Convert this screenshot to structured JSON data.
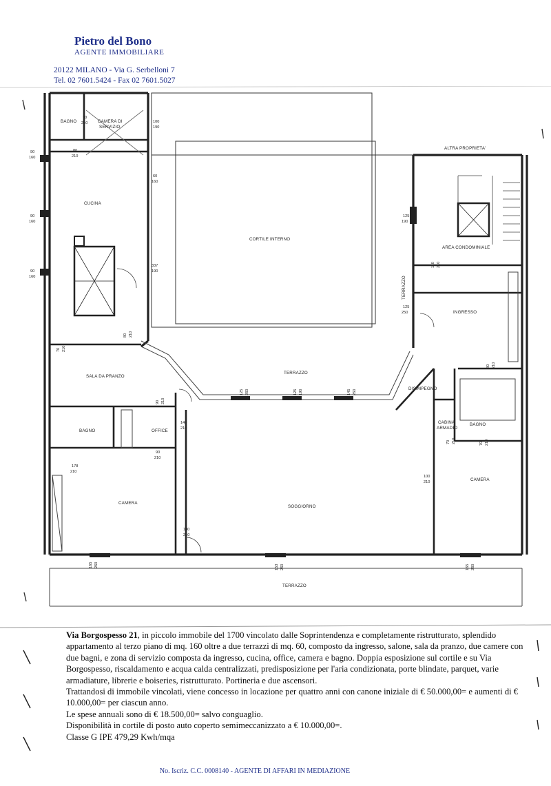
{
  "header": {
    "agency_name": "Pietro del Bono",
    "agency_subtitle": "AGENTE IMMOBILIARE",
    "address": "20122 MILANO - Via G. Serbelloni 7",
    "phone": "Tel. 02 7601.5424 - Fax 02 7601.5027"
  },
  "plan": {
    "rooms": [
      {
        "label": "BAGNO"
      },
      {
        "label": "CAMERA DI"
      },
      {
        "label": "SERVIZIO"
      },
      {
        "label": "CUCINA"
      },
      {
        "label": "CORTILE INTERNO"
      },
      {
        "label": "ALTRA PROPRIETA'"
      },
      {
        "label": "AREA CONDOMINIALE"
      },
      {
        "label": "TERRAZZO"
      },
      {
        "label": "INGRESSO"
      },
      {
        "label": "SALA DA PRANZO"
      },
      {
        "label": "TERRAZZO"
      },
      {
        "label": "DISIMPEGNO"
      },
      {
        "label": "BAGNO"
      },
      {
        "label": "OFFICE"
      },
      {
        "label": "CABINA"
      },
      {
        "label": "ARMADIO"
      },
      {
        "label": "BAGNO"
      },
      {
        "label": "CAMERA"
      },
      {
        "label": "SOGGIORNO"
      },
      {
        "label": "CAMERA"
      },
      {
        "label": "TERRAZZO"
      }
    ],
    "dimensions": [
      {
        "top": "70",
        "bottom": "210"
      },
      {
        "top": "100",
        "bottom": "190"
      },
      {
        "top": "90",
        "bottom": "160"
      },
      {
        "top": "80",
        "bottom": "210"
      },
      {
        "top": "60",
        "bottom": "160"
      },
      {
        "top": "90",
        "bottom": "160"
      },
      {
        "top": "90",
        "bottom": "160"
      },
      {
        "top": "337",
        "bottom": "190"
      },
      {
        "top": "125",
        "bottom": "190"
      },
      {
        "top": "110",
        "bottom": "210"
      },
      {
        "top": "125",
        "bottom": "250"
      },
      {
        "top": "80",
        "bottom": "210"
      },
      {
        "top": "70",
        "bottom": "210"
      },
      {
        "top": "90",
        "bottom": "210"
      },
      {
        "top": "125",
        "bottom": "260"
      },
      {
        "top": "125",
        "bottom": "190"
      },
      {
        "top": "145",
        "bottom": "260"
      },
      {
        "top": "140",
        "bottom": "210"
      },
      {
        "top": "90",
        "bottom": "210"
      },
      {
        "top": "178",
        "bottom": "210"
      },
      {
        "top": "100",
        "bottom": "210"
      },
      {
        "top": "100",
        "bottom": "210"
      },
      {
        "top": "70",
        "bottom": "210"
      },
      {
        "top": "70",
        "bottom": "210"
      },
      {
        "top": "80",
        "bottom": "210"
      },
      {
        "top": "165",
        "bottom": "260"
      },
      {
        "top": "153",
        "bottom": "260"
      },
      {
        "top": "165",
        "bottom": "260"
      }
    ]
  },
  "description": {
    "bold_lead": "Via Borgospesso 21",
    "paragraph_1": ", in piccolo immobile del 1700 vincolato dalle Soprintendenza e completamente ristrutturato, splendido appartamento al terzo piano di mq. 160 oltre a due terrazzi di mq. 60, composto da ingresso, salone, sala da pranzo, due camere con due bagni, e zona di servizio composta da ingresso, cucina, office, camera e bagno. Doppia esposizione sul cortile e su Via Borgospesso, riscaldamento e acqua calda centralizzati, predisposizione per l'aria condizionata, porte blindate, parquet, varie armadiature, librerie e boiseries, ristrutturato. Portineria e due ascensori.",
    "paragraph_2": "Trattandosi di immobile vincolati, viene concesso in locazione per quattro anni con canone iniziale di € 50.000,00= e aumenti di € 10.000,00= per ciascun anno.",
    "paragraph_3": "Le spese annuali sono di € 18.500,00= salvo conguaglio.",
    "paragraph_4": "Disponibilità in cortile di posto auto coperto semimeccanizzato a € 10.000,00=.",
    "paragraph_5": "Classe G IPE 479,29 Kwh/mqa"
  },
  "footer": {
    "text": "No. Iscriz. C.C. 0008140 - AGENTE DI AFFARI IN MEDIAZIONE"
  },
  "colors": {
    "brand": "#1f2f8a",
    "wall": "#222222",
    "paper": "#ffffff"
  }
}
